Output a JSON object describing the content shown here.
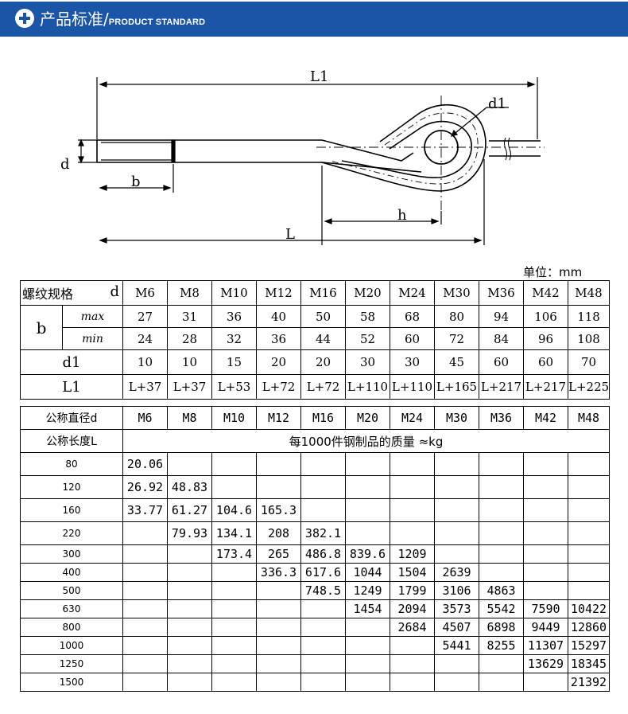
{
  "header": {
    "title_cn": "产品标准",
    "separator": "/",
    "title_en": "PRODUCT STANDARD",
    "bg_color": "#1a55a8"
  },
  "drawing": {
    "L1": "L1",
    "d1": "d1",
    "d": "d",
    "b": "b",
    "h": "h",
    "L": "L"
  },
  "unit_label": "单位：mm",
  "spec_table": {
    "header_label": "螺纹规格",
    "header_d": "d",
    "sizes": [
      "M6",
      "M8",
      "M10",
      "M12",
      "M16",
      "M20",
      "M24",
      "M30",
      "M36",
      "M42",
      "M48"
    ],
    "b_label": "b",
    "b_max_label": "max",
    "b_max": [
      "27",
      "31",
      "36",
      "40",
      "50",
      "58",
      "68",
      "80",
      "94",
      "106",
      "118"
    ],
    "b_min_label": "min",
    "b_min": [
      "24",
      "28",
      "32",
      "36",
      "44",
      "52",
      "60",
      "72",
      "84",
      "96",
      "108"
    ],
    "d1_label": "d1",
    "d1": [
      "10",
      "10",
      "15",
      "20",
      "20",
      "30",
      "30",
      "45",
      "60",
      "60",
      "70"
    ],
    "L1_label": "L1",
    "L1": [
      "L+37",
      "L+37",
      "L+53",
      "L+72",
      "L+72",
      "L+110",
      "L+110",
      "L+165",
      "L+217",
      "L+217",
      "L+225"
    ]
  },
  "mass_table": {
    "diameter_label": "公称直径d",
    "length_label": "公称长度L",
    "mass_caption": "每1000件钢制品的质量 ≈kg",
    "sizes": [
      "M6",
      "M8",
      "M10",
      "M12",
      "M16",
      "M20",
      "M24",
      "M30",
      "M36",
      "M42",
      "M48"
    ],
    "rows": [
      {
        "L": "80",
        "cells": [
          "20.06",
          "",
          "",
          "",
          "",
          "",
          "",
          "",
          "",
          "",
          ""
        ]
      },
      {
        "L": "120",
        "cells": [
          "26.92",
          "48.83",
          "",
          "",
          "",
          "",
          "",
          "",
          "",
          "",
          ""
        ]
      },
      {
        "L": "160",
        "cells": [
          "33.77",
          "61.27",
          "104.6",
          "165.3",
          "",
          "",
          "",
          "",
          "",
          "",
          ""
        ]
      },
      {
        "L": "220",
        "cells": [
          "",
          "79.93",
          "134.1",
          "208",
          "382.1",
          "",
          "",
          "",
          "",
          "",
          ""
        ]
      },
      {
        "L": "300",
        "cells": [
          "",
          "",
          "173.4",
          "265",
          "486.8",
          "839.6",
          "1209",
          "",
          "",
          "",
          ""
        ]
      },
      {
        "L": "400",
        "cells": [
          "",
          "",
          "",
          "336.3",
          "617.6",
          "1044",
          "1504",
          "2639",
          "",
          "",
          ""
        ]
      },
      {
        "L": "500",
        "cells": [
          "",
          "",
          "",
          "",
          "748.5",
          "1249",
          "1799",
          "3106",
          "4863",
          "",
          ""
        ]
      },
      {
        "L": "630",
        "cells": [
          "",
          "",
          "",
          "",
          "",
          "1454",
          "2094",
          "3573",
          "5542",
          "7590",
          "10422"
        ]
      },
      {
        "L": "800",
        "cells": [
          "",
          "",
          "",
          "",
          "",
          "",
          "2684",
          "4507",
          "6898",
          "9449",
          "12860"
        ]
      },
      {
        "L": "1000",
        "cells": [
          "",
          "",
          "",
          "",
          "",
          "",
          "",
          "5441",
          "8255",
          "11307",
          "15297"
        ]
      },
      {
        "L": "1250",
        "cells": [
          "",
          "",
          "",
          "",
          "",
          "",
          "",
          "",
          "",
          "13629",
          "18345"
        ]
      },
      {
        "L": "1500",
        "cells": [
          "",
          "",
          "",
          "",
          "",
          "",
          "",
          "",
          "",
          "",
          "21392"
        ]
      }
    ]
  }
}
